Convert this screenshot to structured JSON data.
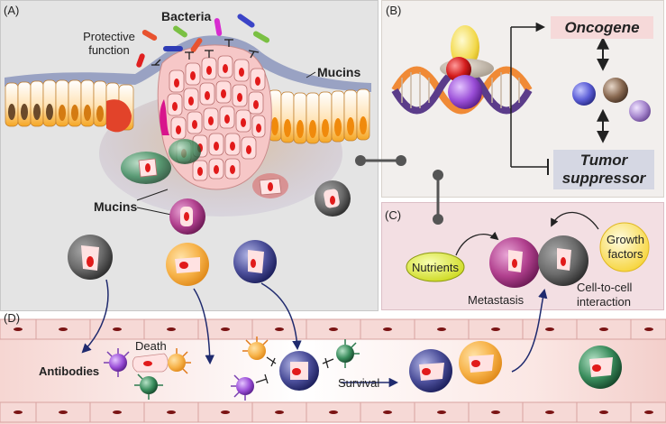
{
  "panels": {
    "a": "(A)",
    "b": "(B)",
    "c": "(C)",
    "d": "(D)"
  },
  "panel_a": {
    "bacteria": "Bacteria",
    "protective_function": "Protective function",
    "mucins_top": "Mucins",
    "mucins_left": "Mucins"
  },
  "panel_b": {
    "oncogene": "Oncogene",
    "tumor_suppressor": "Tumor suppressor"
  },
  "panel_c": {
    "nutrients": "Nutrients",
    "growth_factors": "Growth factors",
    "metastasis": "Metastasis",
    "cell_to_cell": "Cell-to-cell interaction"
  },
  "panel_d": {
    "antibodies": "Antibodies",
    "death": "Death",
    "survival": "Survival"
  },
  "colors": {
    "panel_a_bg": "#e4e4e4",
    "panel_b_bg": "#f2efed",
    "panel_c_bg": "#f3dfe3",
    "vessel_bg": "#fbe8e6",
    "arrow_navy": "#1f2a6e",
    "connector": "#555555"
  }
}
